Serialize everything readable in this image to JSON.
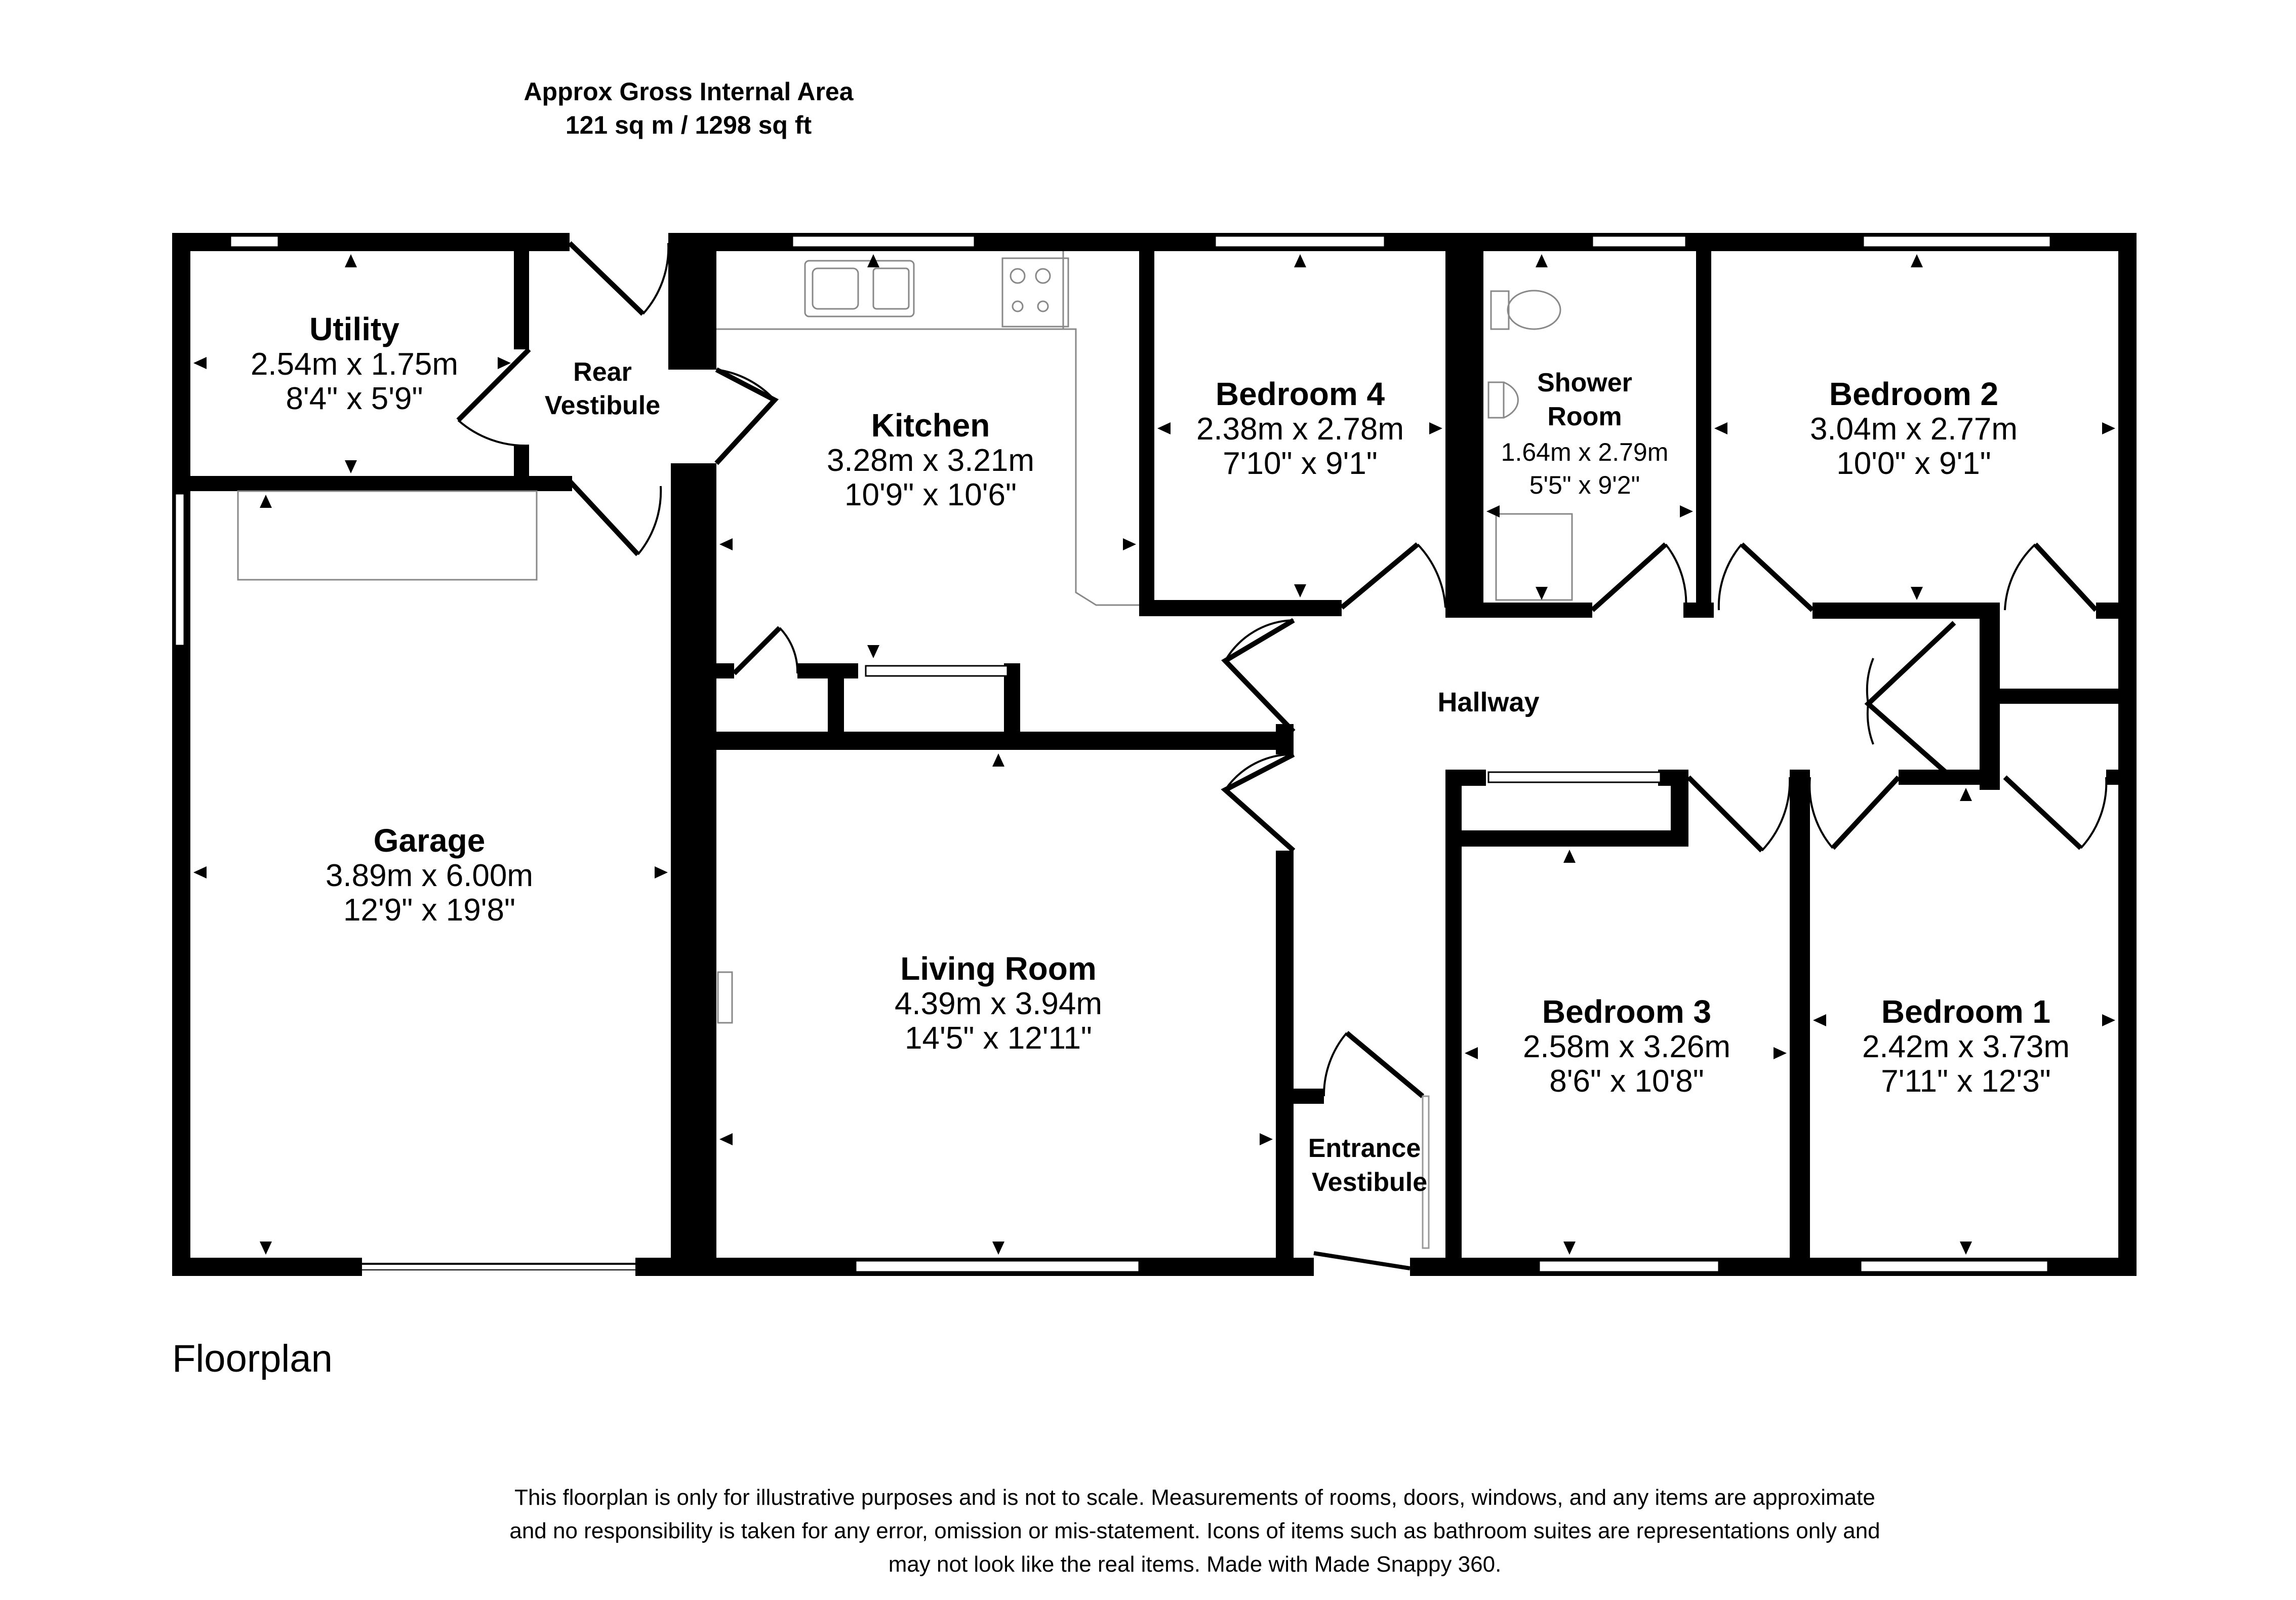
{
  "header": {
    "area_title": "Approx Gross Internal Area",
    "area_value": "121 sq m / 1298 sq ft"
  },
  "plan_label": "Floorplan",
  "rooms": {
    "utility": {
      "name": "Utility",
      "metric": "2.54m x 1.75m",
      "imperial": "8'4\" x 5'9\""
    },
    "rear_vest": {
      "name_line1": "Rear",
      "name_line2": "Vestibule"
    },
    "kitchen": {
      "name": "Kitchen",
      "metric": "3.28m x 3.21m",
      "imperial": "10'9\" x 10'6\""
    },
    "bedroom4": {
      "name": "Bedroom 4",
      "metric": "2.38m x 2.78m",
      "imperial": "7'10\" x 9'1\""
    },
    "shower": {
      "name_line1": "Shower",
      "name_line2": "Room",
      "metric": "1.64m x 2.79m",
      "imperial": "5'5\" x 9'2\""
    },
    "bedroom2": {
      "name": "Bedroom 2",
      "metric": "3.04m x 2.77m",
      "imperial": "10'0\" x 9'1\""
    },
    "hallway": {
      "name": "Hallway"
    },
    "garage": {
      "name": "Garage",
      "metric": "3.89m x 6.00m",
      "imperial": "12'9\" x 19'8\""
    },
    "living": {
      "name": "Living Room",
      "metric": "4.39m x 3.94m",
      "imperial": "14'5\" x 12'11\""
    },
    "entrance": {
      "name_line1": "Entrance",
      "name_line2": "Vestibule"
    },
    "bedroom3": {
      "name": "Bedroom 3",
      "metric": "2.58m x 3.26m",
      "imperial": "8'6\" x 10'8\""
    },
    "bedroom1": {
      "name": "Bedroom 1",
      "metric": "2.42m x 3.73m",
      "imperial": "7'11\" x 12'3\""
    }
  },
  "disclaimer": {
    "line1": "This floorplan is only for illustrative purposes and is not to scale. Measurements of rooms, doors, windows, and any items are approximate",
    "line2": "and no responsibility is taken for any error, omission or mis-statement. Icons of items such as bathroom suites are representations only and",
    "line3": "may not look like the real items. Made with Made Snappy 360."
  },
  "colors": {
    "wall": "#000000",
    "fixture": "#808080",
    "background": "#ffffff"
  }
}
